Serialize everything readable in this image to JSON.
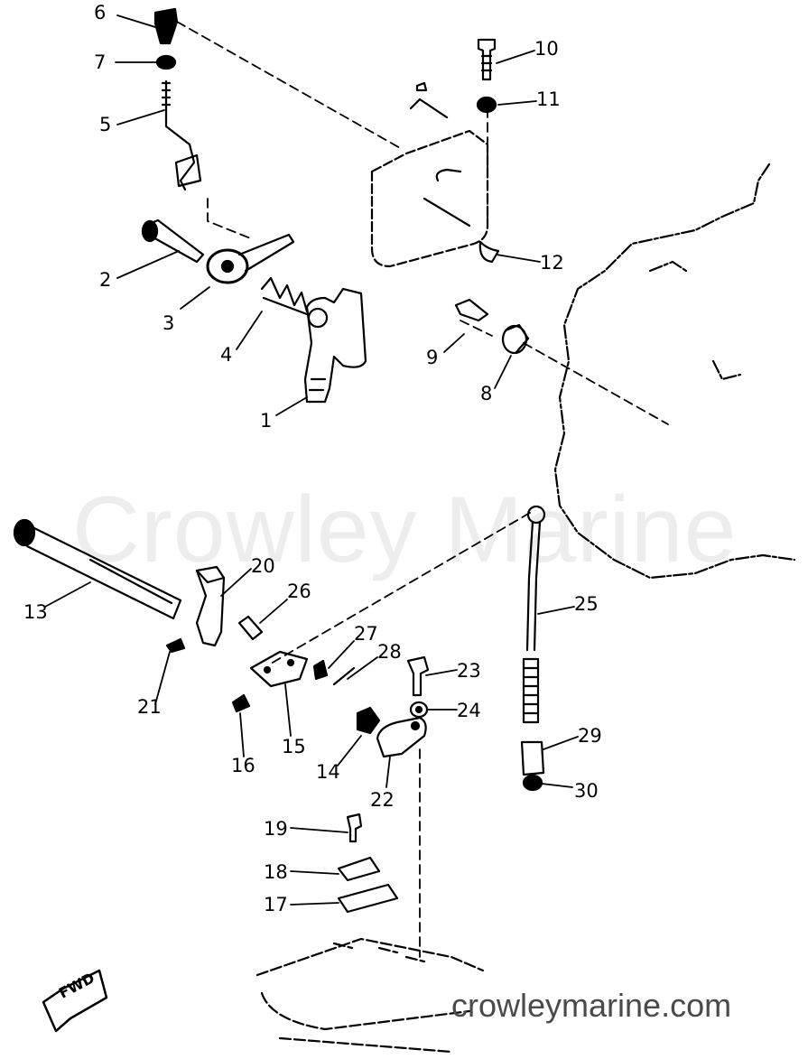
{
  "watermark": "Crowley Marine",
  "site": "crowleymarine.com",
  "fwd_label": "FWD",
  "parts": [
    "1",
    "2",
    "3",
    "4",
    "5",
    "6",
    "7",
    "8",
    "9",
    "10",
    "11",
    "12",
    "13",
    "14",
    "15",
    "16",
    "17",
    "18",
    "19",
    "20",
    "21",
    "22",
    "23",
    "24",
    "25",
    "26",
    "27",
    "28",
    "29",
    "30"
  ],
  "colors": {
    "ink": "#000000",
    "background": "#ffffff"
  }
}
